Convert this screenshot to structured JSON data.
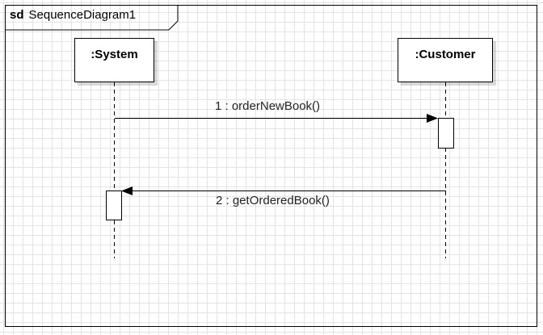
{
  "frame": {
    "keyword": "sd",
    "title": "SequenceDiagram1"
  },
  "lifelines": [
    {
      "name": ":System"
    },
    {
      "name": ":Customer"
    }
  ],
  "messages": [
    {
      "label": "1 : orderNewBook()",
      "from": ":System",
      "to": ":Customer",
      "arrow": "synchronous"
    },
    {
      "label": "2 : getOrderedBook()",
      "from": ":Customer",
      "to": ":System",
      "arrow": "synchronous"
    }
  ],
  "colors": {
    "grid": "#e3e3e3",
    "line": "#000000",
    "background": "#ffffff"
  }
}
